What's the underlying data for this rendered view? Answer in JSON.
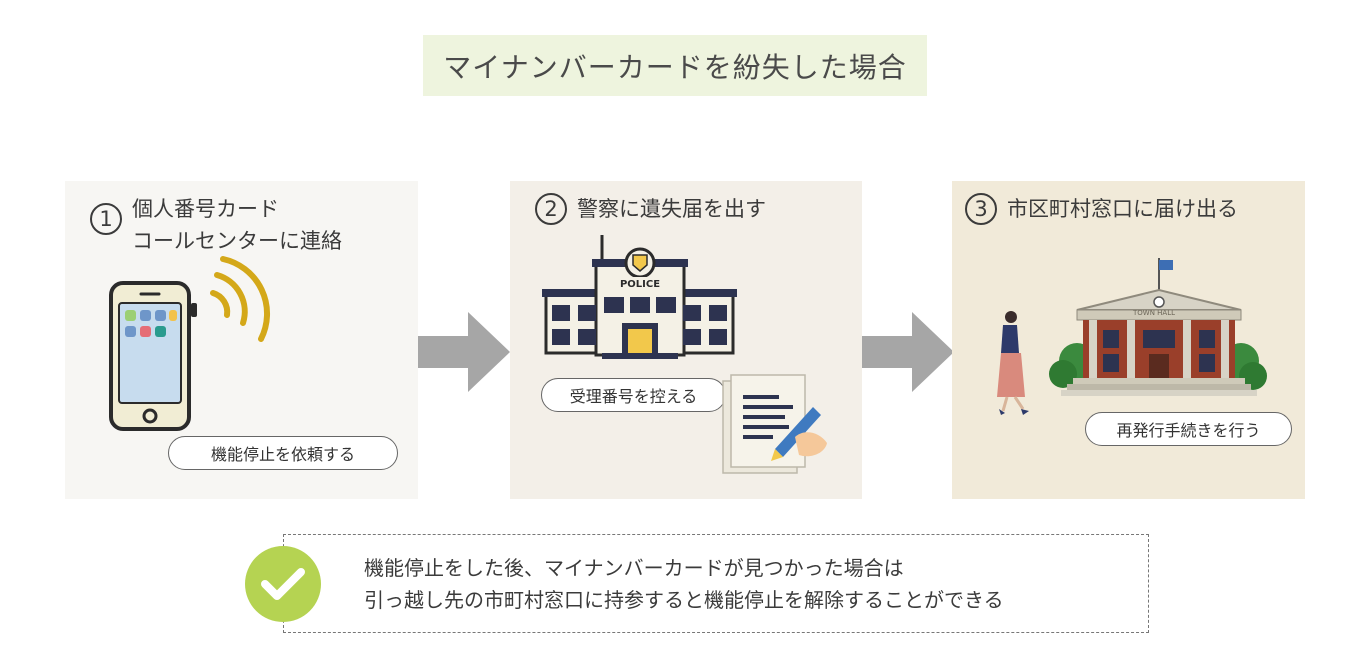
{
  "title": "マイナンバーカードを紛失した場合",
  "steps": [
    {
      "number": "1",
      "title_line1": "個人番号カード",
      "title_line2": "コールセンターに連絡",
      "bubble": "機能停止を依頼する"
    },
    {
      "number": "2",
      "title_line1": "警察に遺失届を出す",
      "bubble": "受理番号を控える",
      "sign_text": "POLICE"
    },
    {
      "number": "3",
      "title_line1": "市区町村窓口に届け出る",
      "bubble": "再発行手続きを行う",
      "sign_text": "TOWN HALL"
    }
  ],
  "note": {
    "line1": "機能停止をした後、マイナンバーカードが見つかった場合は",
    "line2": "引っ越し先の市町村窓口に持参すると機能停止を解除することができる"
  },
  "colors": {
    "title_bg": "#eef4de",
    "arrow": "#a6a6a6",
    "check": "#b5d352",
    "signal": "#d4a819"
  }
}
